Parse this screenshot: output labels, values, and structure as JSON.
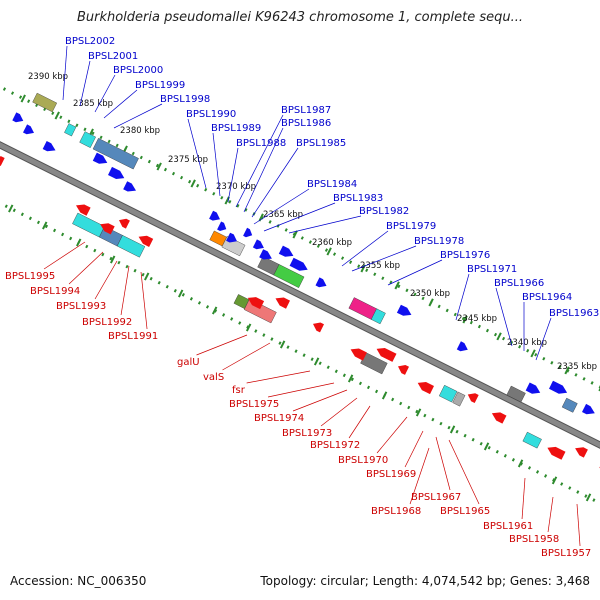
{
  "title": "Burkholderia pseudomallei K96243 chromosome 1, complete sequ...",
  "footer": {
    "accession": "Accession: NC_006350",
    "topology": "Topology: circular; Length: 4,074,542 bp; Genes: 3,468"
  },
  "colors": {
    "forward_label": "#0000cc",
    "reverse_label": "#cc0000",
    "backbone": "#888888",
    "ruler": "#2e8b2e",
    "forward_arrow": "#1010ee",
    "reverse_arrow": "#ee1010",
    "cds_cyan": "#33dddd",
    "cds_steel": "#5588bb",
    "cds_gray": "#777777",
    "cds_green": "#44cc44",
    "cds_pink": "#ee2288",
    "cds_orange": "#ff8800",
    "cds_olive": "#aaaa55",
    "cds_pinklight": "#ee7777"
  },
  "kbp_labels": [
    "2390 kbp",
    "2385 kbp",
    "2380 kbp",
    "2375 kbp",
    "2370 kbp",
    "2365 kbp",
    "2360 kbp",
    "2355 kbp",
    "2350 kbp",
    "2345 kbp",
    "2340 kbp",
    "2335 kbp"
  ],
  "forward_genes": [
    "BPSL2002",
    "BPSL2001",
    "BPSL2000",
    "BPSL1999",
    "BPSL1998",
    "BPSL1990",
    "BPSL1989",
    "BPSL1988",
    "BPSL1987",
    "BPSL1986",
    "BPSL1985",
    "BPSL1984",
    "BPSL1983",
    "BPSL1982",
    "BPSL1979",
    "BPSL1978",
    "BPSL1976",
    "BPSL1971",
    "BPSL1966",
    "BPSL1964",
    "BPSL1963"
  ],
  "reverse_genes": [
    "BPSL1995",
    "BPSL1994",
    "BPSL1993",
    "BPSL1992",
    "BPSL1991",
    "galU",
    "valS",
    "fsr",
    "BPSL1975",
    "BPSL1974",
    "BPSL1973",
    "BPSL1972",
    "BPSL1970",
    "BPSL1969",
    "BPSL1967",
    "BPSL1968",
    "BPSL1965",
    "BPSL1961",
    "BPSL1958",
    "BPSL1957"
  ]
}
